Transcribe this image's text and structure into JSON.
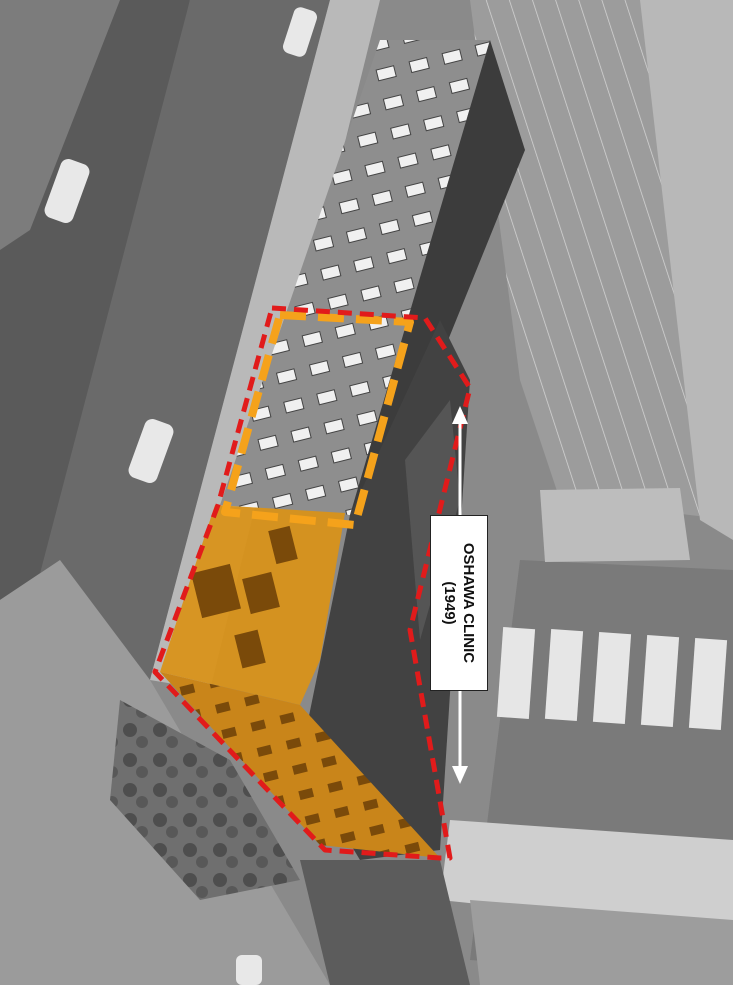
{
  "annotation": {
    "name_label": "OSHAWA CLINIC",
    "year_label": "(1949)"
  },
  "colors": {
    "outline_red": "#e11b1b",
    "outline_orange": "#f5a21b",
    "highlight_fill": "#d8921a",
    "arrow": "#ffffff"
  },
  "image": {
    "style": "grayscale aerial photograph with colored overlay"
  }
}
